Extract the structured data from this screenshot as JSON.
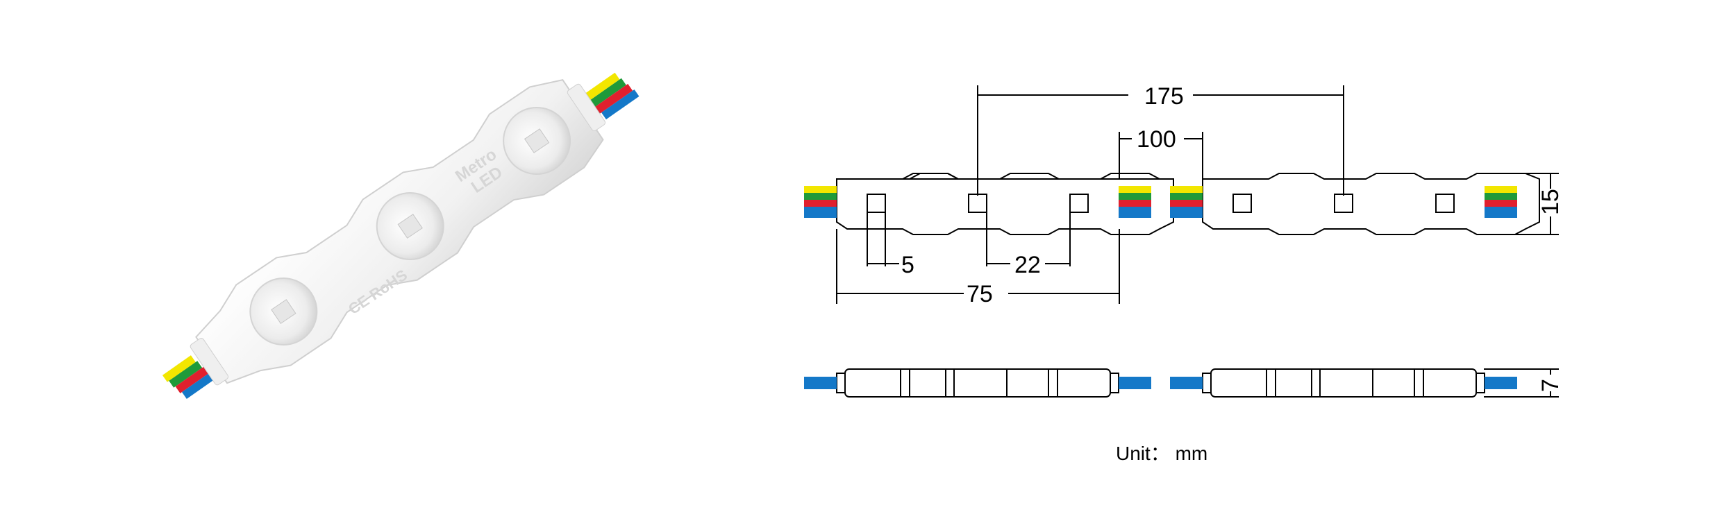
{
  "photo": {
    "logo_line1": "Metro",
    "logo_line2": "LED",
    "cert_mark": "CE RoHS"
  },
  "dimensions": {
    "pitch": "175",
    "cable_length": "100",
    "led_size": "5",
    "led_spacing": "22",
    "module_length": "75",
    "module_width": "15",
    "module_height": "7"
  },
  "unit_label": "Unit： mm",
  "wire_colors": {
    "yellow": "#f2e600",
    "green": "#1f9a3a",
    "red": "#e0202e",
    "blue": "#1478c8"
  }
}
